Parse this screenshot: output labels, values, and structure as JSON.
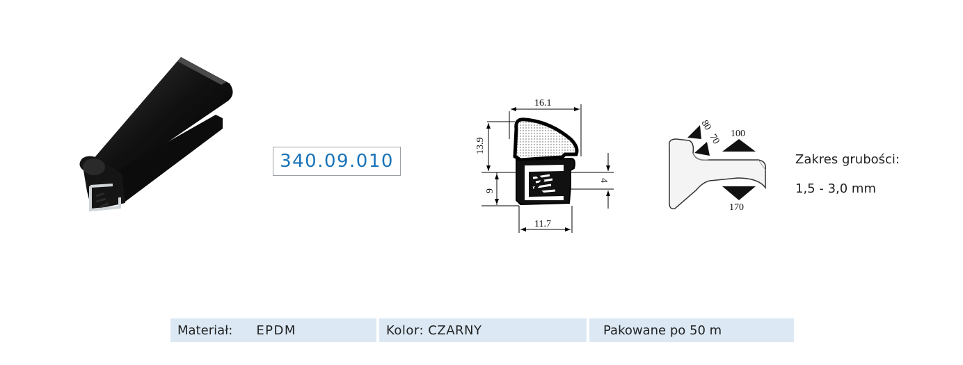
{
  "product": {
    "code": "340.09.010"
  },
  "dimensions": {
    "top_width": "16.1",
    "height": "13.9",
    "clip_height": "9",
    "gap": "4",
    "bottom_width": "11.7"
  },
  "grip_forces": {
    "a": "80",
    "b": "70",
    "c": "100",
    "d": "170"
  },
  "thickness": {
    "label": "Zakres grubości:",
    "value": "1,5 - 3,0 mm"
  },
  "specs": {
    "material_label": "Materiał:",
    "material_value": "EPDM",
    "color": "Kolor: CZARNY",
    "packaging": "Pakowane po 50 m"
  },
  "colors": {
    "code_text": "#1a73b8",
    "bar_background": "#dce9f5"
  }
}
